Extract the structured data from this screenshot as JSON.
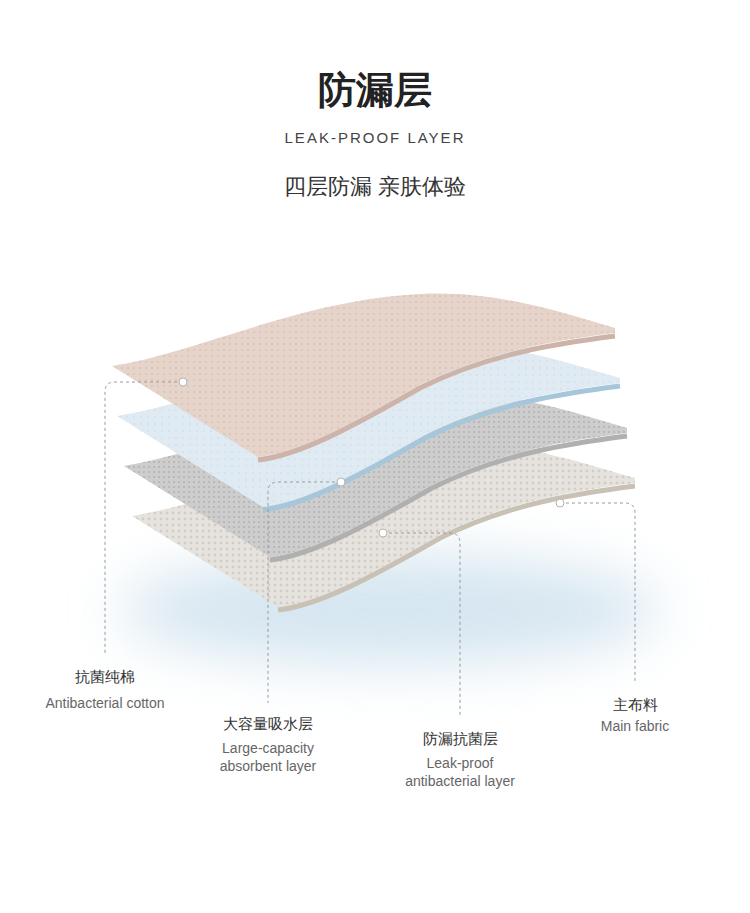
{
  "diagram": {
    "title": "防漏层",
    "labels": [
      "LEAK-PROOF LAYER",
      "四层防漏 亲肤体验",
      "抗菌纯棉",
      "Antibacterial cotton",
      "大容量吸水层",
      "Large-capacity absorbent layer",
      "防漏抗菌层",
      "Leak-proof antibacterial layer",
      "主布料",
      "Main fabric"
    ]
  }
}
